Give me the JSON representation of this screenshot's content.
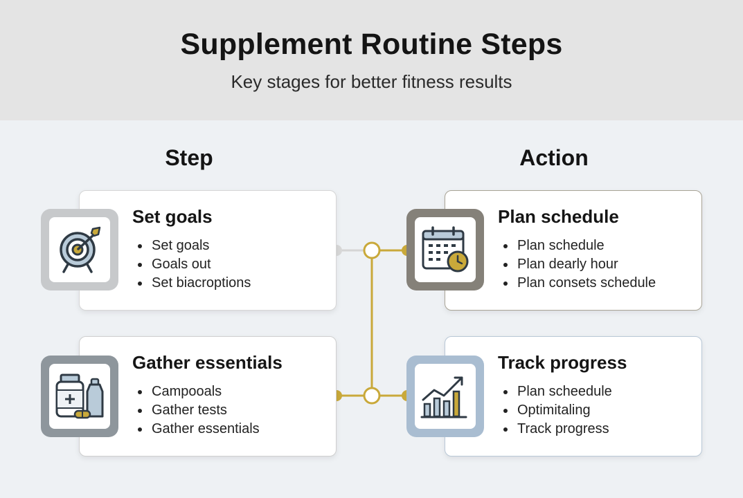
{
  "header": {
    "title": "Supplement Routine Steps",
    "subtitle": "Key stages for better fitness results"
  },
  "columns": {
    "step": "Step",
    "action": "Action"
  },
  "colors": {
    "header_bg": "#e4e4e4",
    "page_bg": "#eef1f4",
    "connector": "#c9a93a",
    "connector_inactive": "#d5d5d5"
  },
  "steps": [
    {
      "title": "Set goals",
      "icon": "target-icon",
      "items": [
        "Set goals",
        "Goals out",
        "Set biacroptions"
      ]
    },
    {
      "title": "Gather essentials",
      "icon": "supplement-bottles-icon",
      "items": [
        "Campooals",
        "Gather tests",
        "Gather essentials"
      ]
    }
  ],
  "actions": [
    {
      "title": "Plan schedule",
      "icon": "calendar-clock-icon",
      "items": [
        "Plan schedule",
        "Plan dearly hour",
        "Plan consets schedule"
      ]
    },
    {
      "title": "Track progress",
      "icon": "progress-chart-icon",
      "items": [
        "Plan scheedule",
        "Optimitaling",
        "Track progress"
      ]
    }
  ]
}
